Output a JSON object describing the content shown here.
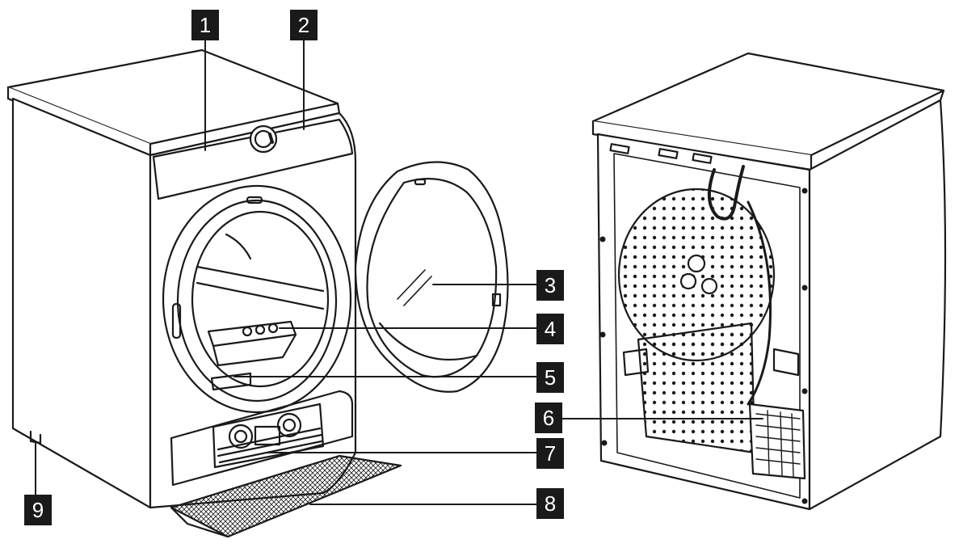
{
  "diagram": {
    "callouts": [
      {
        "id": "c1",
        "label": "1"
      },
      {
        "id": "c2",
        "label": "2"
      },
      {
        "id": "c3",
        "label": "3"
      },
      {
        "id": "c4",
        "label": "4"
      },
      {
        "id": "c5",
        "label": "5"
      },
      {
        "id": "c6",
        "label": "6"
      },
      {
        "id": "c7",
        "label": "7"
      },
      {
        "id": "c8",
        "label": "8"
      },
      {
        "id": "c9",
        "label": "9"
      }
    ],
    "colors": {
      "ink": "#1a1a1a",
      "paper": "#ffffff",
      "label_bg": "#1a1a1a",
      "label_text": "#ffffff"
    }
  }
}
